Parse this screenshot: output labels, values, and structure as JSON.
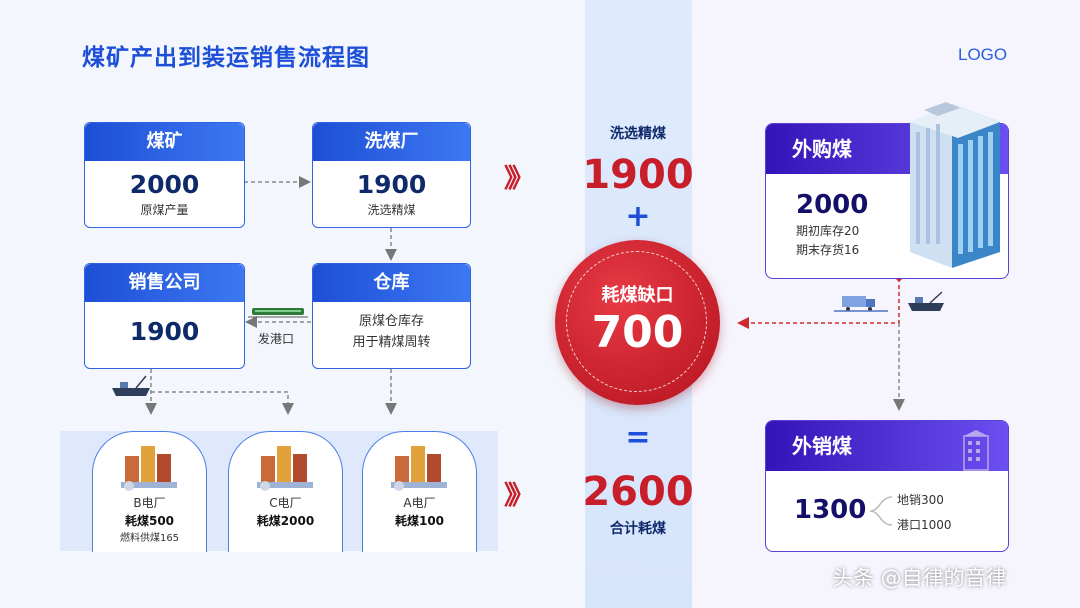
{
  "title": "煤矿产出到装运销售流程图",
  "logo": "LOGO",
  "boxes": {
    "mine": {
      "title": "煤矿",
      "value": "2000",
      "sub": "原煤产量"
    },
    "washery": {
      "title": "洗煤厂",
      "value": "1900",
      "sub": "洗选精煤"
    },
    "sales": {
      "title": "销售公司",
      "value": "1900"
    },
    "warehouse": {
      "title": "仓库",
      "line1": "原煤仓库存",
      "line2": "用于精煤周转"
    }
  },
  "port_label": "发港口",
  "plants": [
    {
      "name": "B电厂",
      "value": "耗煤500",
      "note": "燃料供煤165"
    },
    {
      "name": "C电厂",
      "value": "耗煤2000"
    },
    {
      "name": "A电厂",
      "value": "耗煤100"
    }
  ],
  "middle": {
    "top_label": "洗选精煤",
    "top_value": "1900",
    "plus": "+",
    "gap_label": "耗煤缺口",
    "gap_value": "700",
    "equals": "=",
    "total_value": "2600",
    "total_label": "合计耗煤"
  },
  "purchased": {
    "title": "外购煤",
    "value": "2000",
    "line1": "期初库存20",
    "line2": "期末存货16"
  },
  "external_sales": {
    "title": "外销煤",
    "value": "1300",
    "branch1": "地销300",
    "branch2": "港口1000"
  },
  "chevrons": "》",
  "watermark": "头条 @自律的音律",
  "colors": {
    "blue": "#1e4fd8",
    "red": "#c81e2a",
    "purple": "#4a2bd0"
  }
}
